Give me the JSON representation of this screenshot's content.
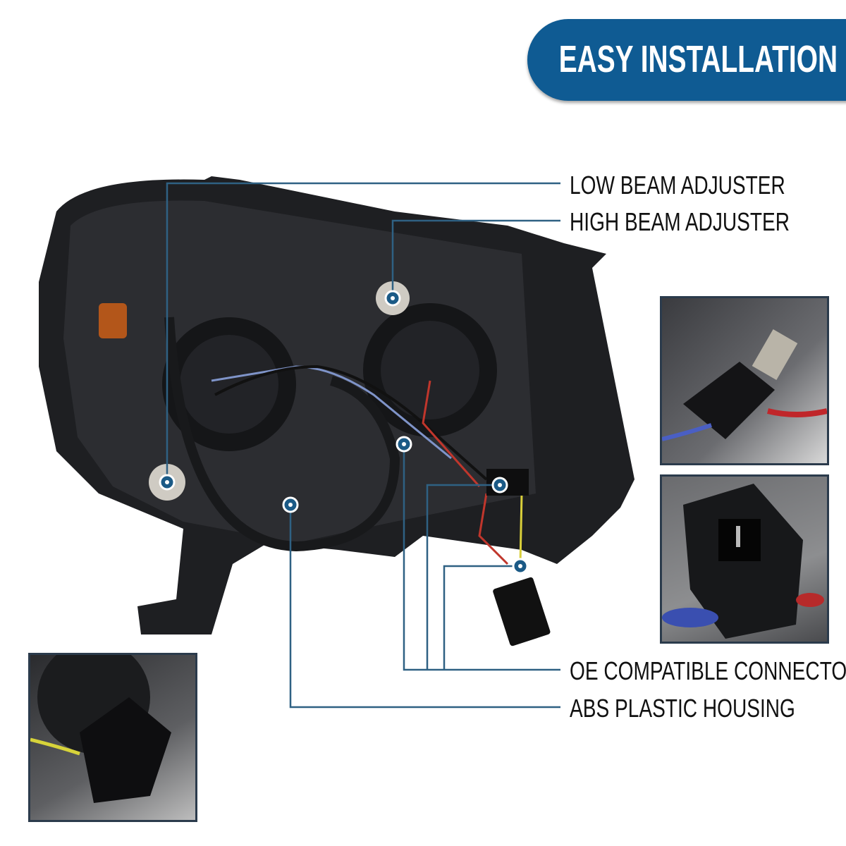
{
  "banner": {
    "title": "EASY INSTALLATION"
  },
  "callouts": [
    {
      "label": "LOW BEAM ADJUSTER"
    },
    {
      "label": "HIGH BEAM ADJUSTER"
    },
    {
      "label": "OE COMPATIBLE CONNECTORS"
    },
    {
      "label": "ABS PLASTIC HOUSING"
    }
  ],
  "colors": {
    "banner": "#0f5b93",
    "callout_line": "#2f6183",
    "dot": "#1b5a86"
  }
}
